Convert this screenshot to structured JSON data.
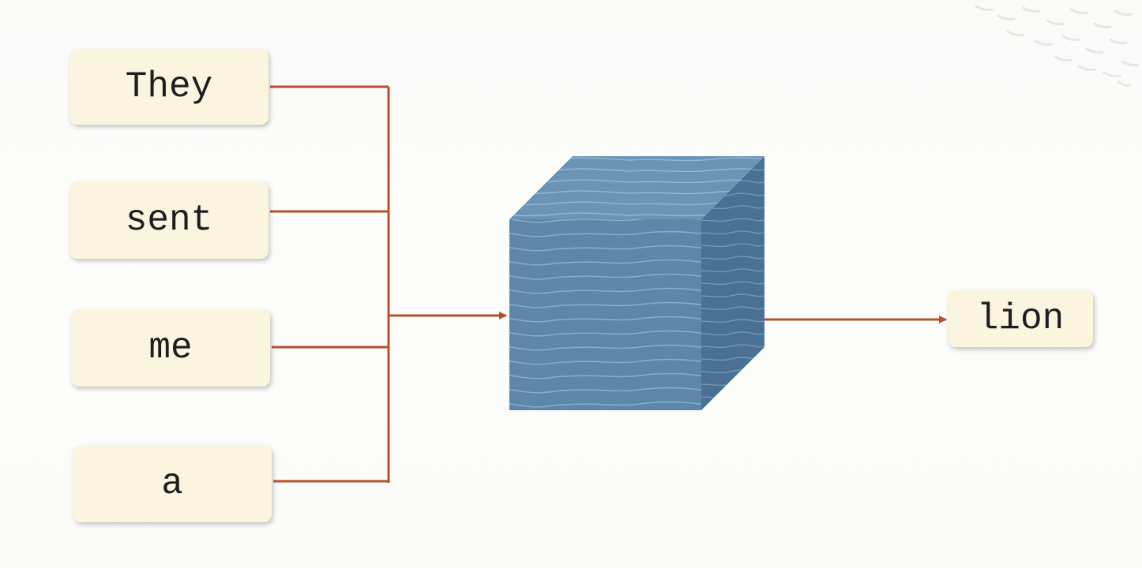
{
  "diagram": {
    "inputs": [
      "They",
      "sent",
      "me",
      "a"
    ],
    "output": "lion",
    "colors": {
      "connector": "#b8502e",
      "token_bg": "#fbf4df",
      "cube_front": "#5d86a8",
      "cube_top": "#6a93b4",
      "cube_side": "#4a7194"
    },
    "model_shape": "cube"
  }
}
